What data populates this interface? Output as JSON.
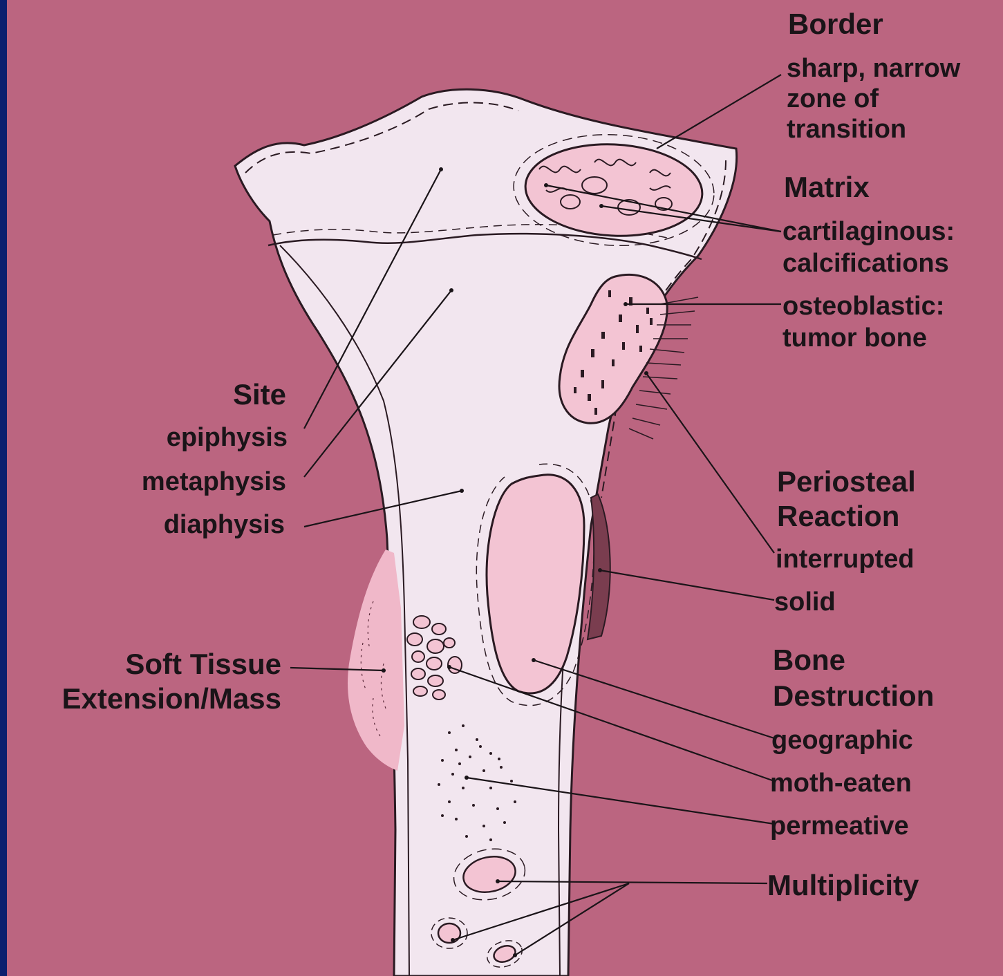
{
  "colors": {
    "background": "#bb6580",
    "frame_left": "#0b1f6e",
    "bone": "#f2e6ef",
    "lesion": "#f3c4d3",
    "ink": "#1a1418"
  },
  "labels": {
    "border_title": "Border",
    "border_desc_1": "sharp, narrow",
    "border_desc_2": "zone of",
    "border_desc_3": "transition",
    "matrix_title": "Matrix",
    "matrix_cart_1": "cartilaginous:",
    "matrix_cart_2": "calcifications",
    "matrix_osteo_1": "osteoblastic:",
    "matrix_osteo_2": "tumor bone",
    "site_title": "Site",
    "site_epiphysis": "epiphysis",
    "site_metaphysis": "metaphysis",
    "site_diaphysis": "diaphysis",
    "periosteal_title_1": "Periosteal",
    "periosteal_title_2": "Reaction",
    "periosteal_interrupted": "interrupted",
    "periosteal_solid": "solid",
    "soft_tissue_1": "Soft Tissue",
    "soft_tissue_2": "Extension/Mass",
    "destruction_title_1": "Bone",
    "destruction_title_2": "Destruction",
    "destruction_geographic": "geographic",
    "destruction_moth_eaten": "moth-eaten",
    "destruction_permeative": "permeative",
    "multiplicity_title": "Multiplicity"
  }
}
